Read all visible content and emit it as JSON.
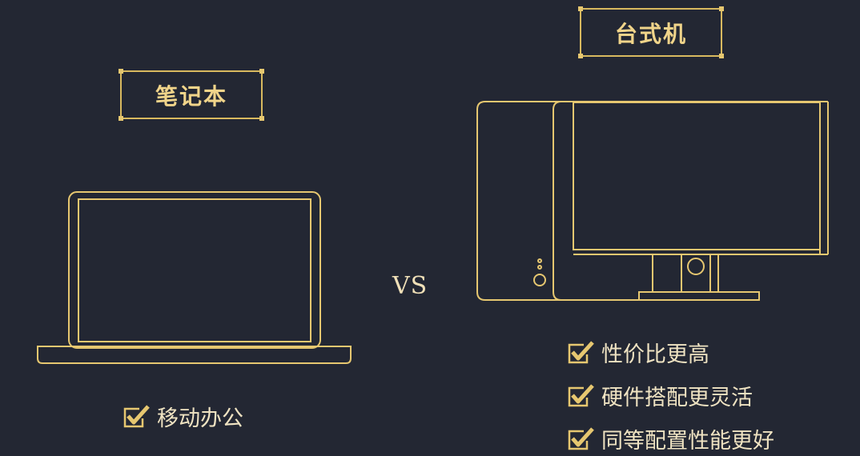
{
  "laptop": {
    "title": "笔记本",
    "features": [
      "移动办公"
    ]
  },
  "desktop": {
    "title": "台式机",
    "features": [
      "性价比更高",
      "硬件搭配更灵活",
      "同等配置性能更好"
    ]
  },
  "vs_label": "VS",
  "colors": {
    "background": "#232733",
    "line": "#E6C770"
  },
  "icons": {
    "check": "checkbox-check-icon"
  }
}
